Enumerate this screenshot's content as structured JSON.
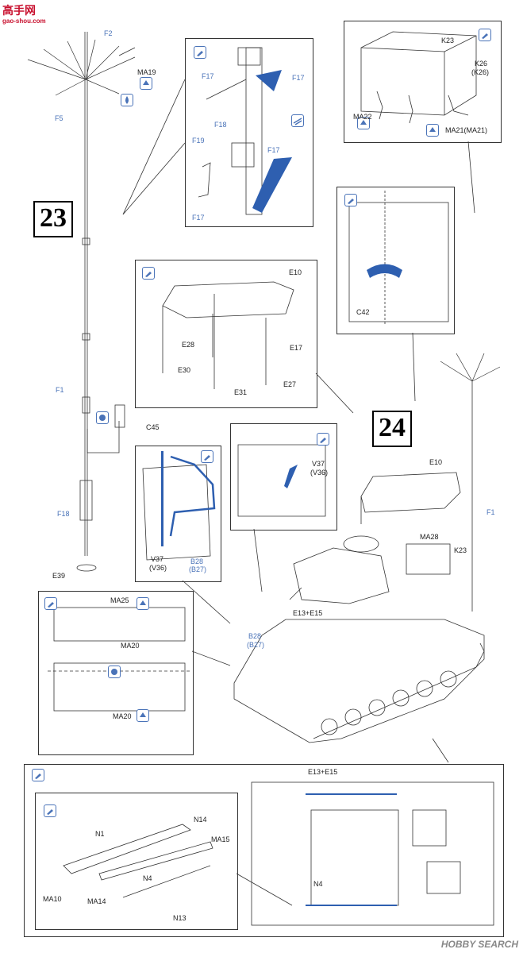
{
  "watermark": {
    "site_logo": "高手网",
    "site_url": "gao-shou.com",
    "footer_brand": "HOBBY SEARCH"
  },
  "steps": {
    "step23": "23",
    "step24": "24"
  },
  "labels": {
    "F2": "F2",
    "MA19": "MA19",
    "F5": "F5",
    "F1a": "F1",
    "C45": "C45",
    "F18a": "F18",
    "E39": "E39",
    "F17a": "F17",
    "F17b": "F17",
    "F18b": "F18",
    "F19": "F19",
    "F17c": "F17",
    "F17d": "F17",
    "K23a": "K23",
    "K26": "K26",
    "K26b": "(K26)",
    "MA22": "MA22",
    "MA21": "MA21(MA21)",
    "E10a": "E10",
    "E28": "E28",
    "E30": "E30",
    "E17": "E17",
    "E31": "E31",
    "E27": "E27",
    "C42": "C42",
    "V37a": "V37",
    "V36a": "(V36)",
    "B28a": "B28",
    "B27a": "(B27)",
    "V37b": "V37",
    "V36b": "(V36)",
    "E10b": "E10",
    "F1b": "F1",
    "MA28": "MA28",
    "K23b": "K23",
    "E13a": "E13+E15",
    "B28b": "B28",
    "B27b": "(B27)",
    "MA25": "MA25",
    "MA20a": "MA20",
    "MA20b": "MA20",
    "E13b": "E13+E15",
    "N1": "N1",
    "N14": "N14",
    "MA15": "MA15",
    "N4a": "N4",
    "MA10": "MA10",
    "MA14": "MA14",
    "N13": "N13",
    "N4b": "N4"
  },
  "colors": {
    "accent_blue": "#4a73b8",
    "part_blue": "#2e5fb0",
    "logo_red": "#c8102e"
  },
  "icons": [
    "glue-icon",
    "paint-icon",
    "flip-icon",
    "drill-icon",
    "mirror-icon"
  ]
}
